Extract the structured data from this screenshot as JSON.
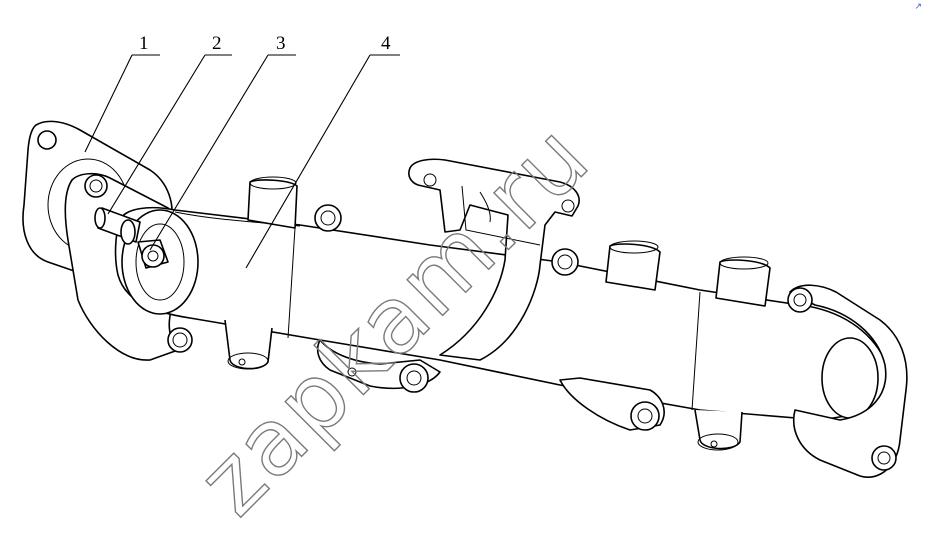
{
  "callouts": [
    {
      "num": "1"
    },
    {
      "num": "2"
    },
    {
      "num": "3"
    },
    {
      "num": "4"
    }
  ],
  "watermark": "zapkam.ru",
  "corner_mark": "↗",
  "colors": {
    "line": "#000000",
    "watermark": "#7a7a7a",
    "background": "#ffffff",
    "corner_mark": "#3a5bd9"
  }
}
